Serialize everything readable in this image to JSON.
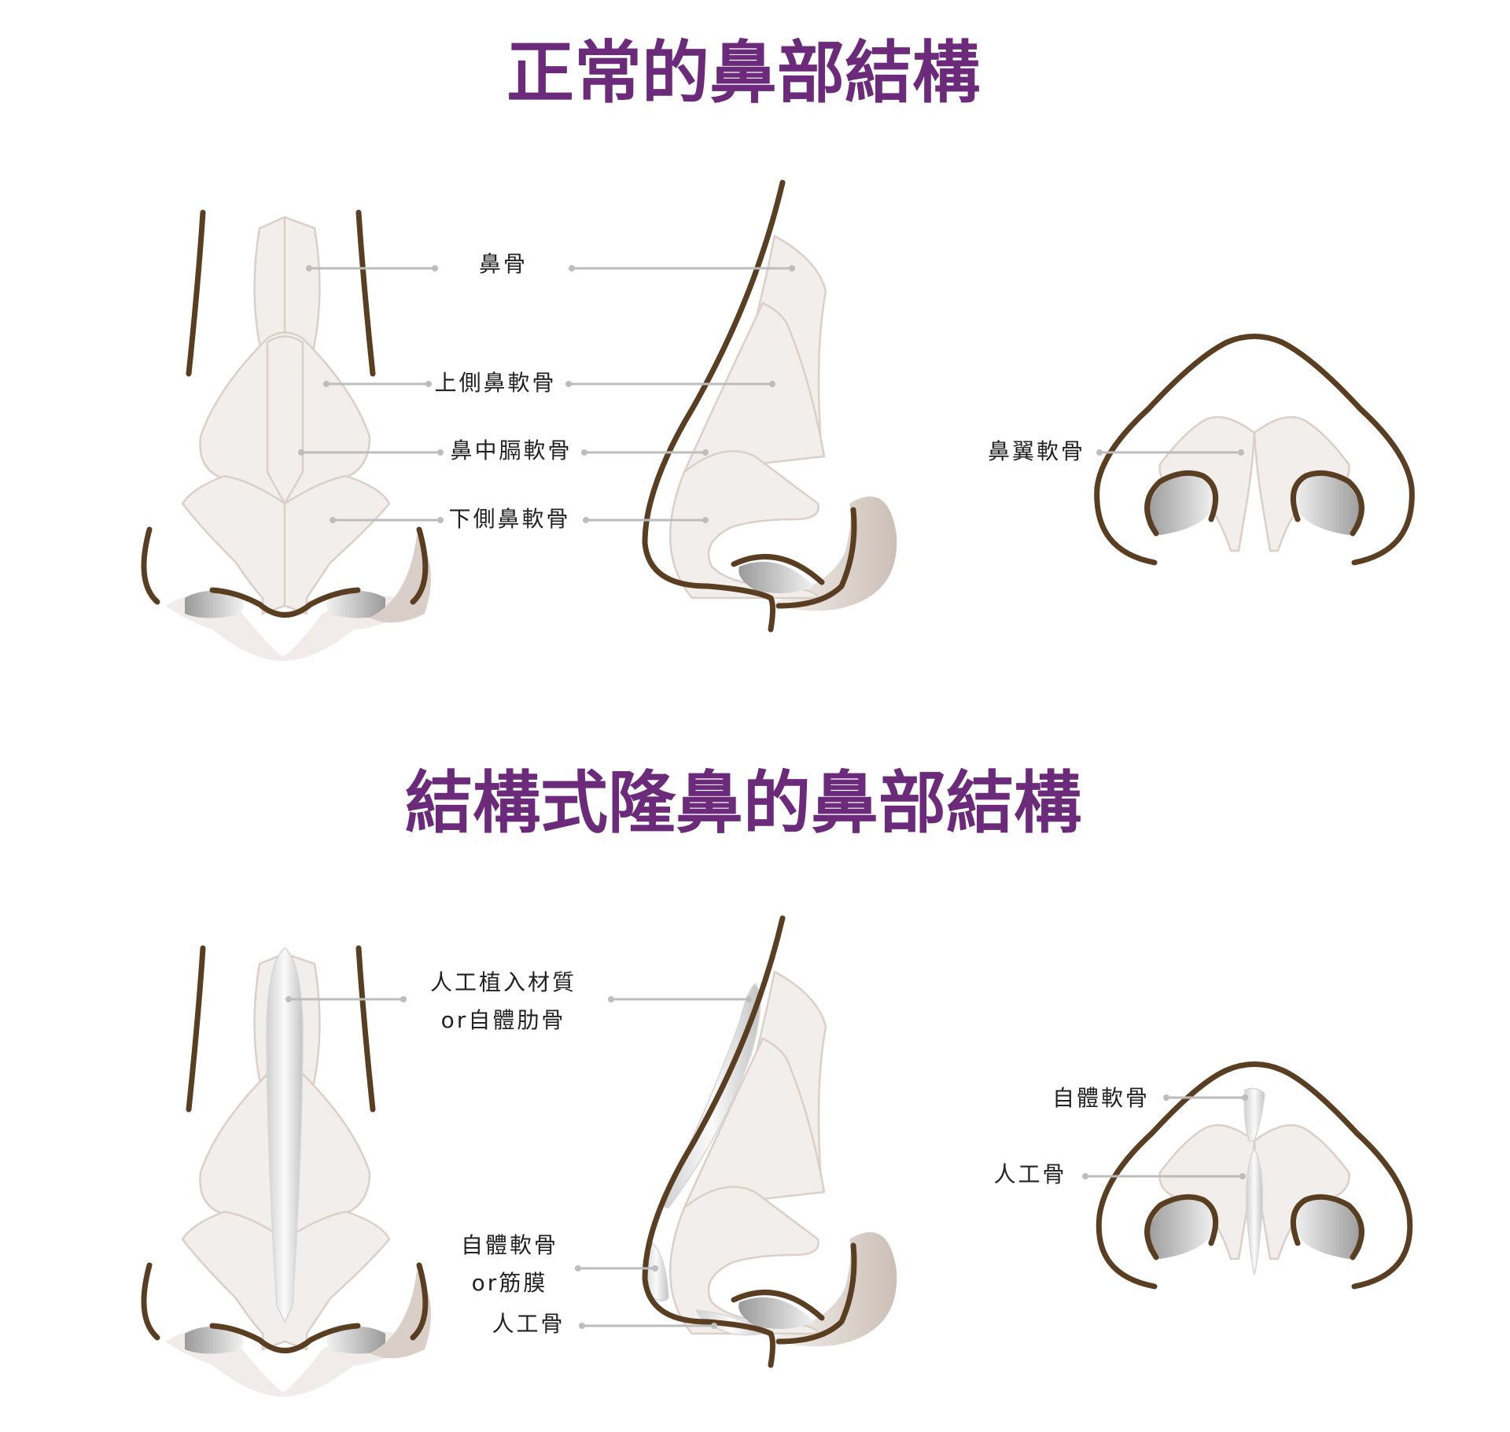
{
  "colors": {
    "title": "#6b2a7a",
    "skin_outline": "#5a3e22",
    "cartilage_fill": "#f1eeeb",
    "cartilage_stroke": "#dccfc8",
    "leader_line": "#bdbdbd",
    "label_text": "#222222"
  },
  "section_normal": {
    "title": "正常的鼻部結構",
    "labels": {
      "nasal_bone": "鼻骨",
      "upper_lateral": "上側鼻軟骨",
      "septum": "鼻中膈軟骨",
      "lower_lateral": "下側鼻軟骨",
      "alar": "鼻翼軟骨"
    }
  },
  "section_structural": {
    "title": "結構式隆鼻的鼻部結構",
    "labels": {
      "implant_line1": "人工植入材質",
      "implant_line2": "or自體肋骨",
      "autologous_line1": "自體軟骨",
      "autologous_line2": "or筋膜",
      "artificial_bone": "人工骨",
      "base_autologous": "自體軟骨",
      "base_artificial": "人工骨"
    }
  }
}
